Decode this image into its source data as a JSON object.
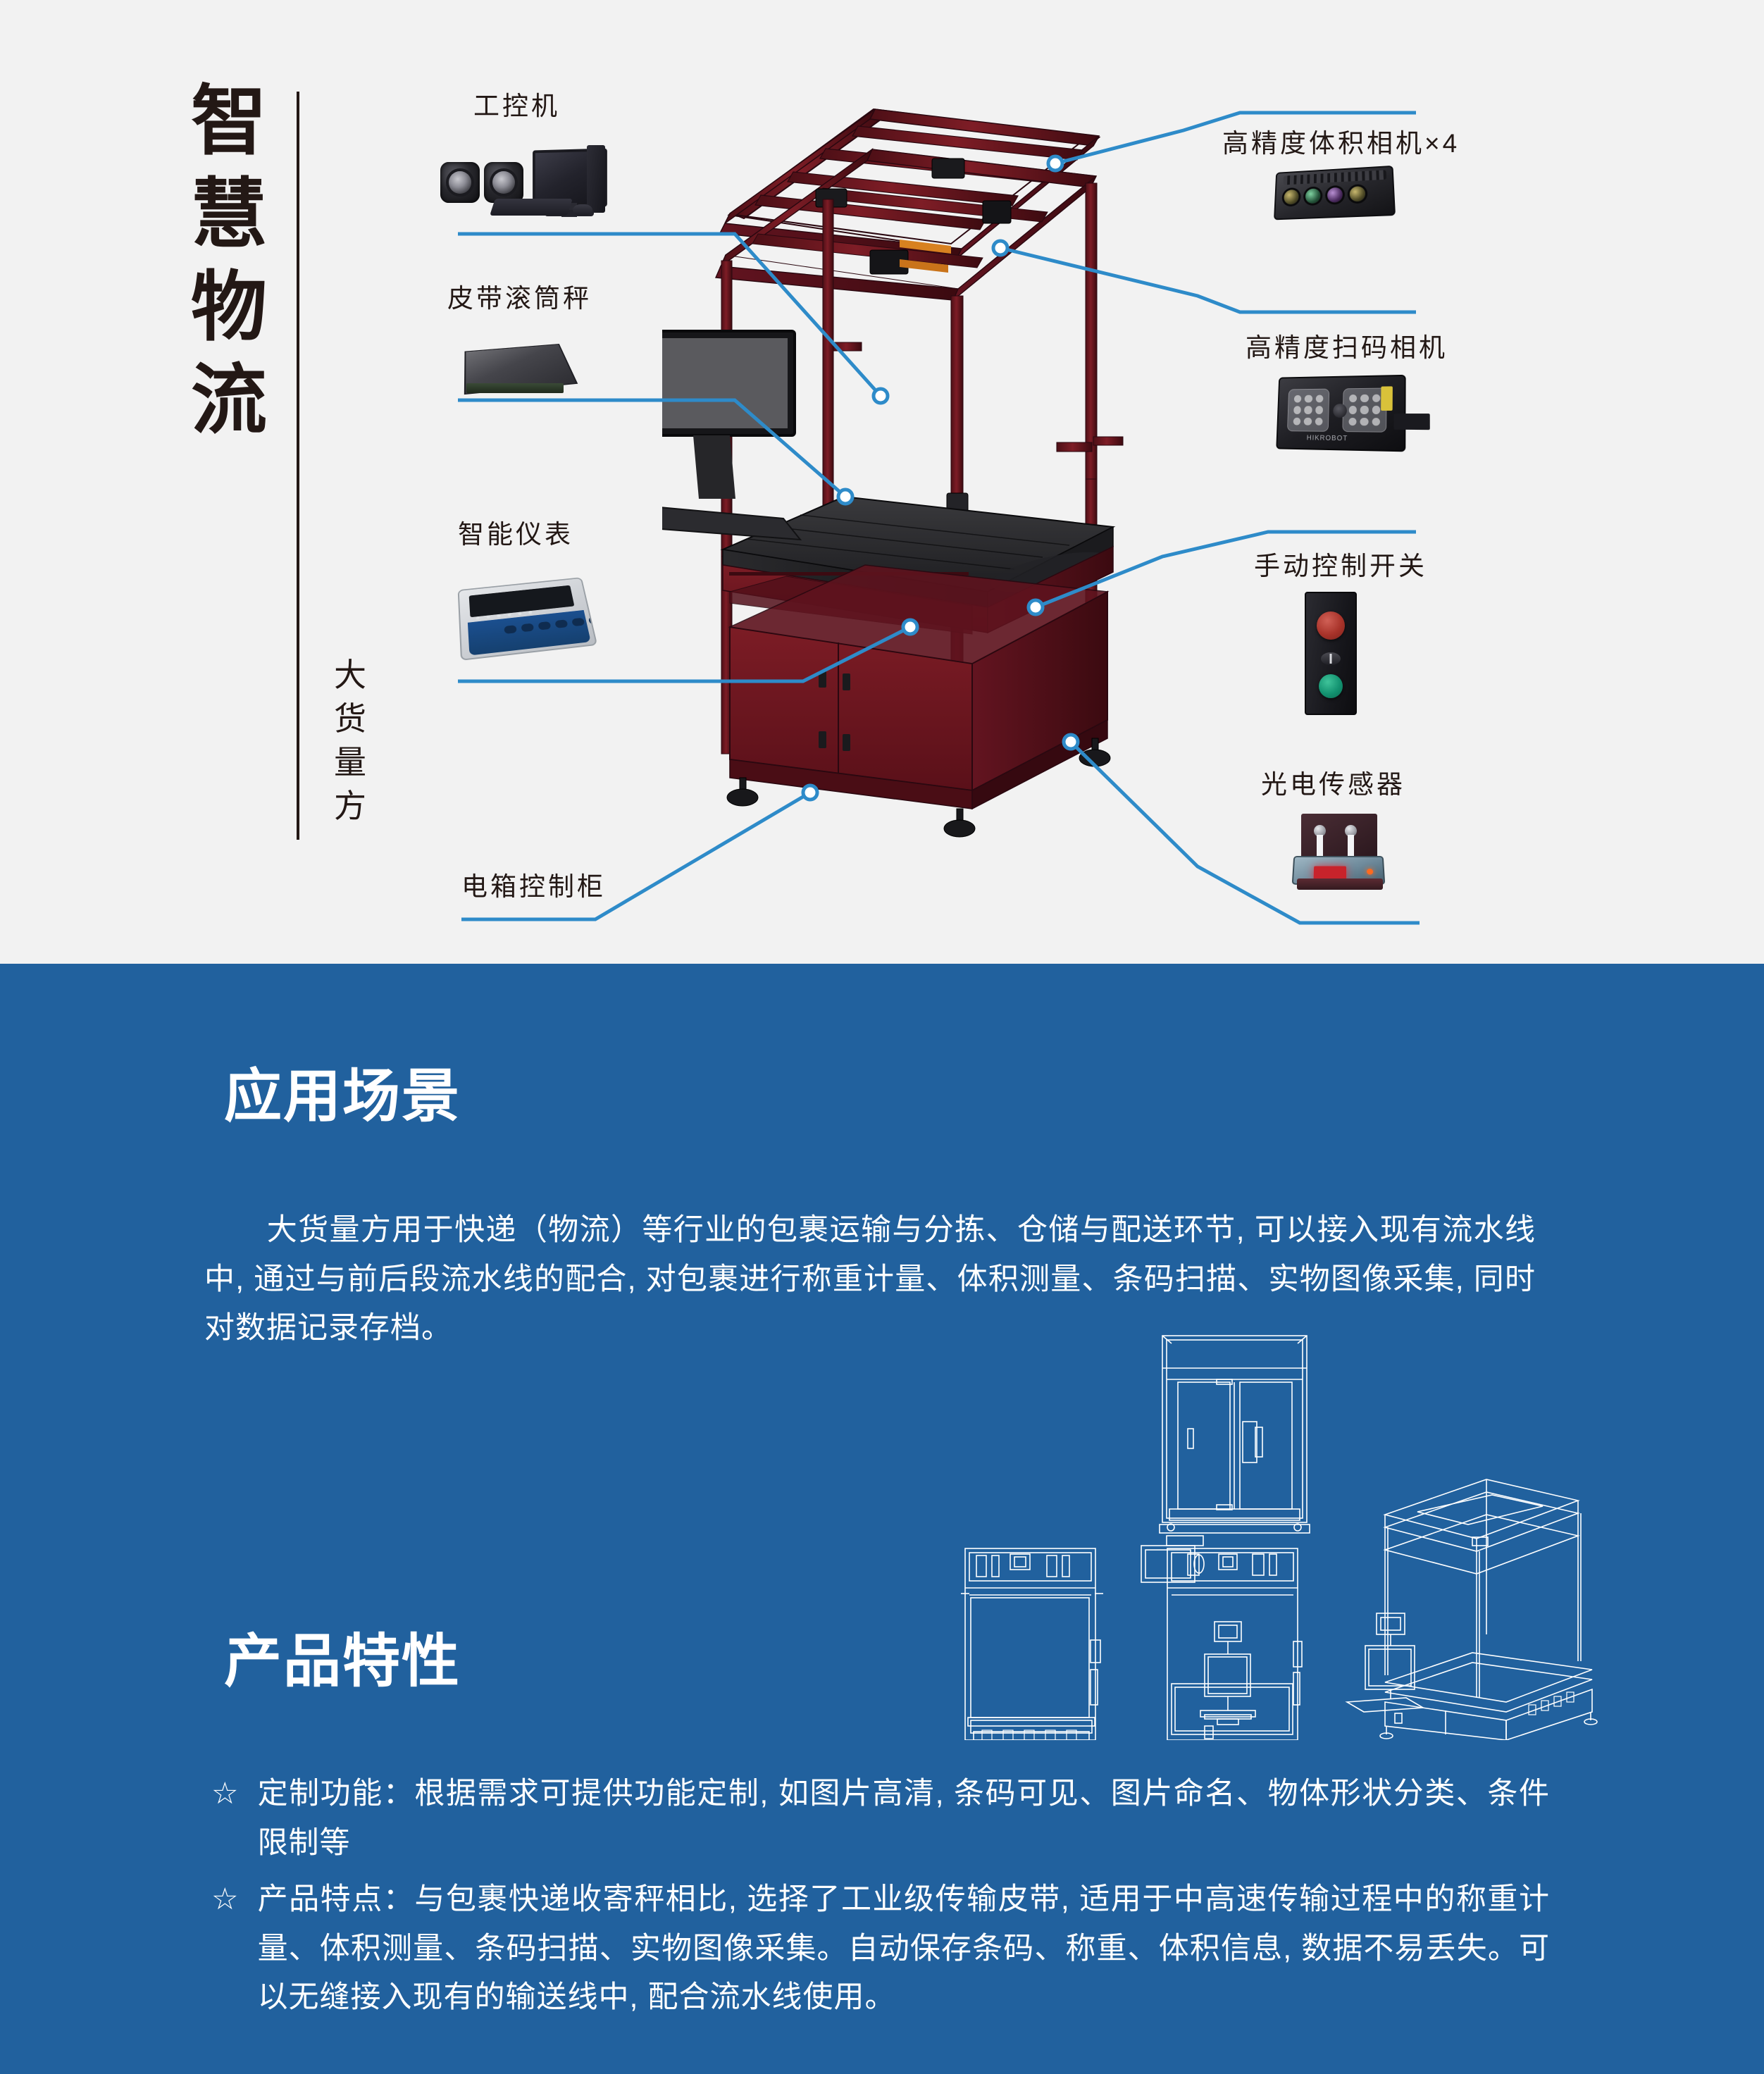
{
  "colors": {
    "page_bg": "#f2f2f2",
    "accent_blue": "#21619e",
    "callout_line": "#2e8bc9",
    "text_dark": "#231815",
    "machine_red": "#6d1a22",
    "text_on_blue": "#ffffff"
  },
  "brand": {
    "title_chars": [
      "智",
      "慧",
      "物",
      "流"
    ],
    "subtitle_chars": [
      "大",
      "货",
      "量",
      "方"
    ]
  },
  "diagram": {
    "callouts": [
      {
        "id": "industrial-pc",
        "label": "工控机",
        "side": "left"
      },
      {
        "id": "belt-roller-scale",
        "label": "皮带滚筒秤",
        "side": "left"
      },
      {
        "id": "smart-indicator",
        "label": "智能仪表",
        "side": "left"
      },
      {
        "id": "control-cabinet",
        "label": "电箱控制柜",
        "side": "left"
      },
      {
        "id": "volume-camera",
        "label": "高精度体积相机×4",
        "side": "right"
      },
      {
        "id": "barcode-camera",
        "label": "高精度扫码相机",
        "side": "right"
      },
      {
        "id": "manual-switch",
        "label": "手动控制开关",
        "side": "right"
      },
      {
        "id": "photo-sensor",
        "label": "光电传感器",
        "side": "right"
      }
    ]
  },
  "sections": [
    {
      "id": "application-scenario",
      "heading": "应用场景",
      "paragraphs": [
        "　　大货量方用于快递（物流）等行业的包裹运输与分拣、仓储与配送环节, 可以接入现有流水线中, 通过与前后段流水线的配合, 对包裹进行称重计量、体积测量、条码扫描、实物图像采集, 同时对数据记录存档。"
      ]
    },
    {
      "id": "product-features",
      "heading": "产品特性",
      "bullets": [
        {
          "marker": "☆",
          "text": "定制功能：根据需求可提供功能定制, 如图片高清, 条码可见、图片命名、物体形状分类、条件限制等"
        },
        {
          "marker": "☆",
          "text": "产品特点：与包裹快递收寄秤相比, 选择了工业级传输皮带, 适用于中高速传输过程中的称重计量、体积测量、条码扫描、实物图像采集。自动保存条码、称重、体积信息, 数据不易丢失。可以无缝接入现有的输送线中, 配合流水线使用。"
        }
      ]
    }
  ],
  "blueprints": {
    "views": [
      "top-view",
      "front-elevation",
      "side-elevation",
      "isometric-wireframe"
    ]
  }
}
